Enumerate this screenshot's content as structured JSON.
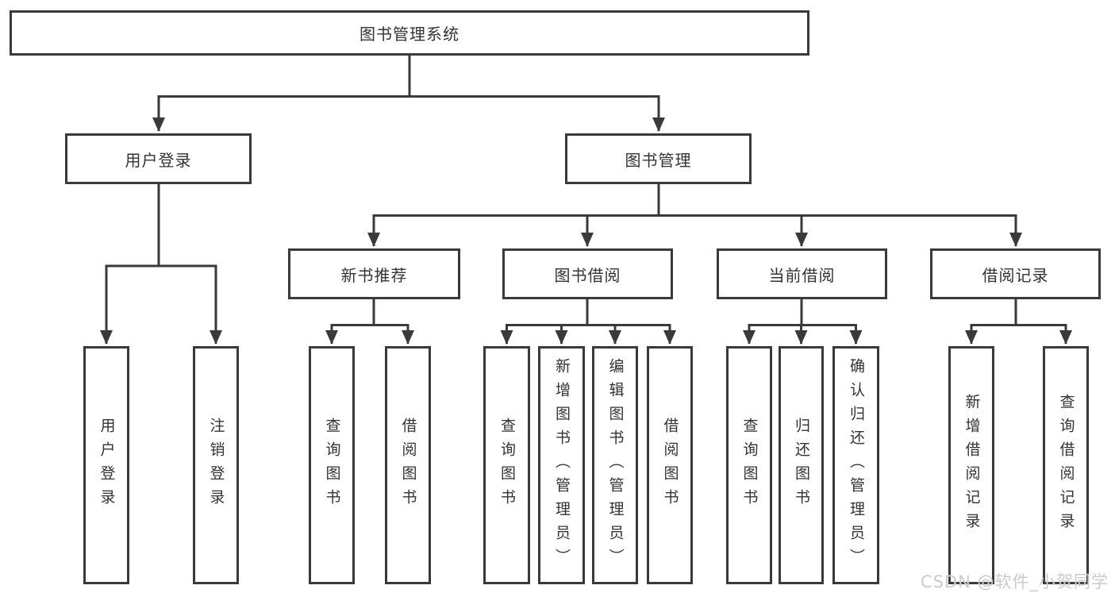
{
  "diagram_type": "functional-structure-chart",
  "colors": {
    "line": "#3a3a3a",
    "border": "#3a3a3a",
    "text": "#333333",
    "bg": "#ffffff",
    "watermark": "#c9c9c9"
  },
  "watermark": "CSDN @软件_小贺同学",
  "tree": {
    "label": "图书管理系统",
    "children": [
      {
        "label": "用户登录",
        "children": [
          {
            "label": "用户登录"
          },
          {
            "label": "注销登录"
          }
        ]
      },
      {
        "label": "图书管理",
        "children": [
          {
            "label": "新书推荐",
            "children": [
              {
                "label": "查询图书"
              },
              {
                "label": "借阅图书"
              }
            ]
          },
          {
            "label": "图书借阅",
            "children": [
              {
                "label": "查询图书"
              },
              {
                "label": "新增图书（管理员）"
              },
              {
                "label": "编辑图书（管理员）"
              },
              {
                "label": "借阅图书"
              }
            ]
          },
          {
            "label": "当前借阅",
            "children": [
              {
                "label": "查询图书"
              },
              {
                "label": "归还图书"
              },
              {
                "label": "确认归还（管理员）"
              }
            ]
          },
          {
            "label": "借阅记录",
            "children": [
              {
                "label": "新增借阅记录"
              },
              {
                "label": "查询借阅记录"
              }
            ]
          }
        ]
      }
    ]
  },
  "edges": [
    [
      "图书管理系统",
      "用户登录"
    ],
    [
      "图书管理系统",
      "图书管理"
    ],
    [
      "用户登录",
      "用户登录(叶)"
    ],
    [
      "用户登录",
      "注销登录"
    ],
    [
      "图书管理",
      "新书推荐"
    ],
    [
      "图书管理",
      "图书借阅"
    ],
    [
      "图书管理",
      "当前借阅"
    ],
    [
      "图书管理",
      "借阅记录"
    ],
    [
      "新书推荐",
      "查询图书"
    ],
    [
      "新书推荐",
      "借阅图书"
    ],
    [
      "图书借阅",
      "查询图书"
    ],
    [
      "图书借阅",
      "新增图书（管理员）"
    ],
    [
      "图书借阅",
      "编辑图书（管理员）"
    ],
    [
      "图书借阅",
      "借阅图书"
    ],
    [
      "当前借阅",
      "查询图书"
    ],
    [
      "当前借阅",
      "归还图书"
    ],
    [
      "当前借阅",
      "确认归还（管理员）"
    ],
    [
      "借阅记录",
      "新增借阅记录"
    ],
    [
      "借阅记录",
      "查询借阅记录"
    ]
  ]
}
